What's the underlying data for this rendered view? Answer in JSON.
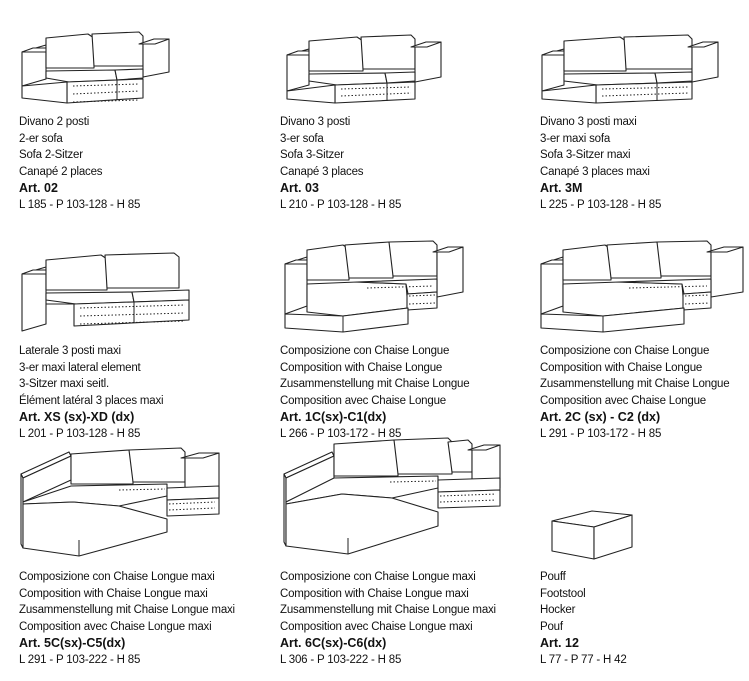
{
  "items": [
    {
      "lines": [
        "Divano 2 posti",
        "2-er sofa",
        "Sofa 2-Sitzer",
        "Canapé 2 places"
      ],
      "art": "Art. 02",
      "dims": "L 185 - P 103-128 - H 85"
    },
    {
      "lines": [
        "Divano 3 posti",
        "3-er sofa",
        "Sofa 3-Sitzer",
        "Canapé 3 places"
      ],
      "art": "Art. 03",
      "dims": "L 210 - P 103-128 - H 85"
    },
    {
      "lines": [
        "Divano 3 posti maxi",
        "3-er maxi sofa",
        "Sofa 3-Sitzer maxi",
        "Canapé 3 places maxi"
      ],
      "art": "Art. 3M",
      "dims": "L 225 - P 103-128 - H 85"
    },
    {
      "lines": [
        "Laterale 3 posti maxi",
        "3-er maxi  lateral element",
        "3-Sitzer maxi seitl.",
        "Élément latéral 3 places maxi"
      ],
      "art": "Art. XS (sx)-XD (dx)",
      "dims": "L 201 - P 103-128 - H 85"
    },
    {
      "lines": [
        "Composizione con Chaise Longue",
        "Composition with Chaise Longue",
        "Zusammenstellung mit Chaise Longue",
        "Composition avec Chaise Longue"
      ],
      "art": "Art. 1C(sx)-C1(dx)",
      "dims": "L 266 - P 103-172 - H 85"
    },
    {
      "lines": [
        "Composizione con Chaise Longue",
        "Composition with Chaise Longue",
        "Zusammenstellung mit Chaise Longue",
        "Composition avec Chaise Longue"
      ],
      "art": "Art. 2C (sx) - C2 (dx)",
      "dims": "L 291 - P 103-172 - H 85"
    },
    {
      "lines": [
        "Composizione con Chaise Longue maxi",
        "Composition with Chaise Longue  maxi",
        "Zusammenstellung mit Chaise Longue maxi",
        "Composition avec Chaise Longue maxi"
      ],
      "art": "Art. 5C(sx)-C5(dx)",
      "dims": "L 291 - P 103-222 - H 85"
    },
    {
      "lines": [
        "Composizione con Chaise Longue maxi",
        "Composition with Chaise Longue  maxi",
        "Zusammenstellung mit Chaise Longue maxi",
        "Composition avec Chaise Longue maxi"
      ],
      "art": "Art. 6C(sx)-C6(dx)",
      "dims": "L 306 - P 103-222 - H 85"
    },
    {
      "lines": [
        "Pouff",
        "Footstool",
        "Hocker",
        "Pouf"
      ],
      "art": "Art. 12",
      "dims": "L 77 - P 77 - H 42"
    }
  ]
}
